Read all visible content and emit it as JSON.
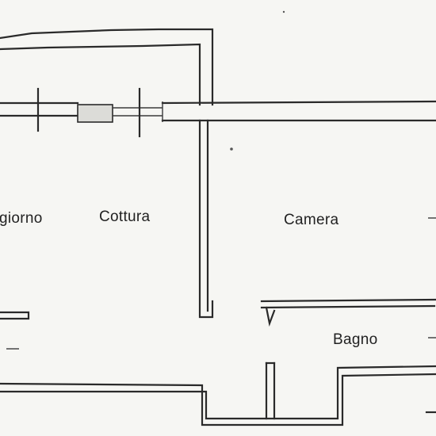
{
  "rooms": {
    "giorno": "giorno",
    "cottura": "Cottura",
    "camera": "Camera",
    "bagno": "Bagno"
  }
}
